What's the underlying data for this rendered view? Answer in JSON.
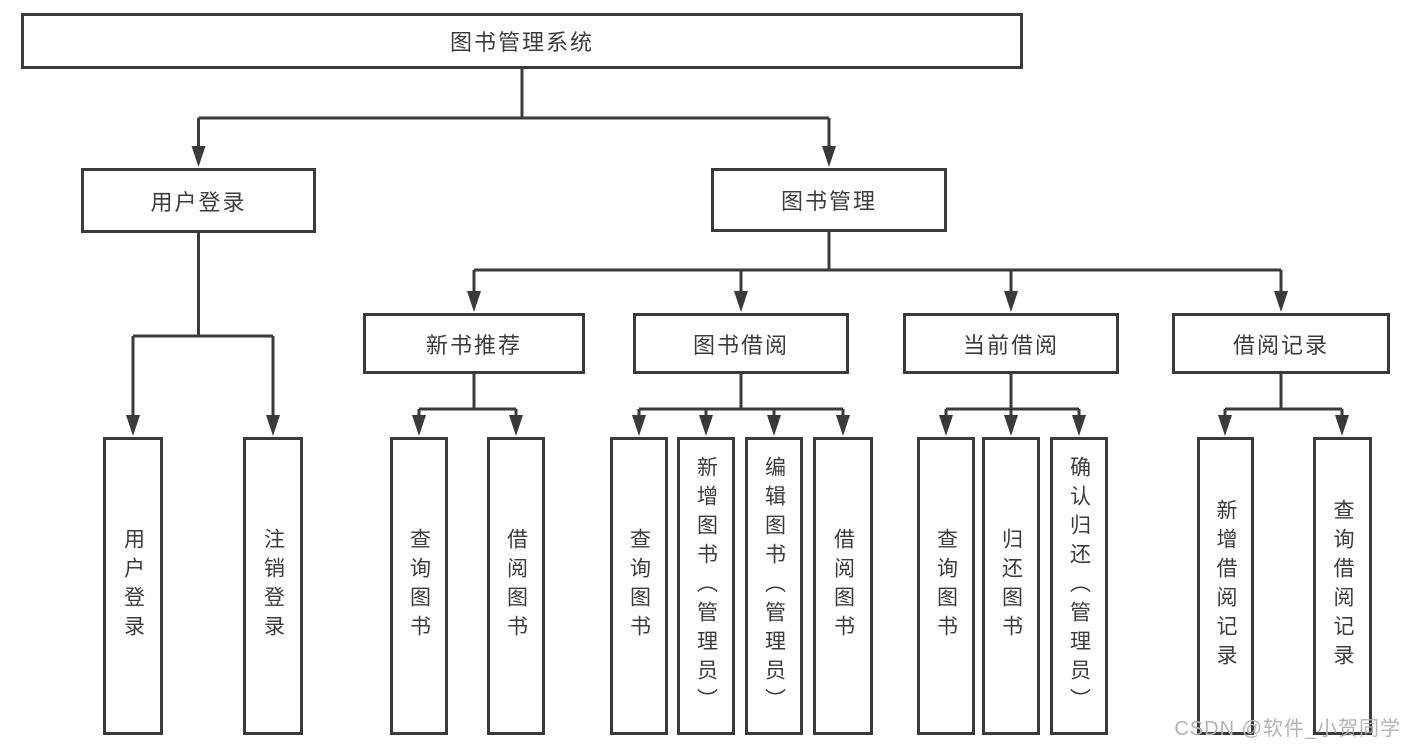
{
  "colors": {
    "line": "#3a3a3a",
    "text": "#3c3c3c",
    "watermark": "#b3b3b3",
    "background": "#ffffff"
  },
  "tree": {
    "root": {
      "label": "图书管理系统"
    },
    "branches": [
      {
        "label": "用户登录",
        "children": [
          {
            "label": "用户登录"
          },
          {
            "label": "注销登录"
          }
        ]
      },
      {
        "label": "图书管理",
        "children": [
          {
            "label": "新书推荐",
            "children": [
              {
                "label": "查询图书"
              },
              {
                "label": "借阅图书"
              }
            ]
          },
          {
            "label": "图书借阅",
            "children": [
              {
                "label": "查询图书"
              },
              {
                "label": "新增图书（管理员）"
              },
              {
                "label": "编辑图书（管理员）"
              },
              {
                "label": "借阅图书"
              }
            ]
          },
          {
            "label": "当前借阅",
            "children": [
              {
                "label": "查询图书"
              },
              {
                "label": "归还图书"
              },
              {
                "label": "确认归还（管理员）"
              }
            ]
          },
          {
            "label": "借阅记录",
            "children": [
              {
                "label": "新增借阅记录"
              },
              {
                "label": "查询借阅记录"
              }
            ]
          }
        ]
      }
    ]
  },
  "watermark": "CSDN @软件_小贺同学"
}
